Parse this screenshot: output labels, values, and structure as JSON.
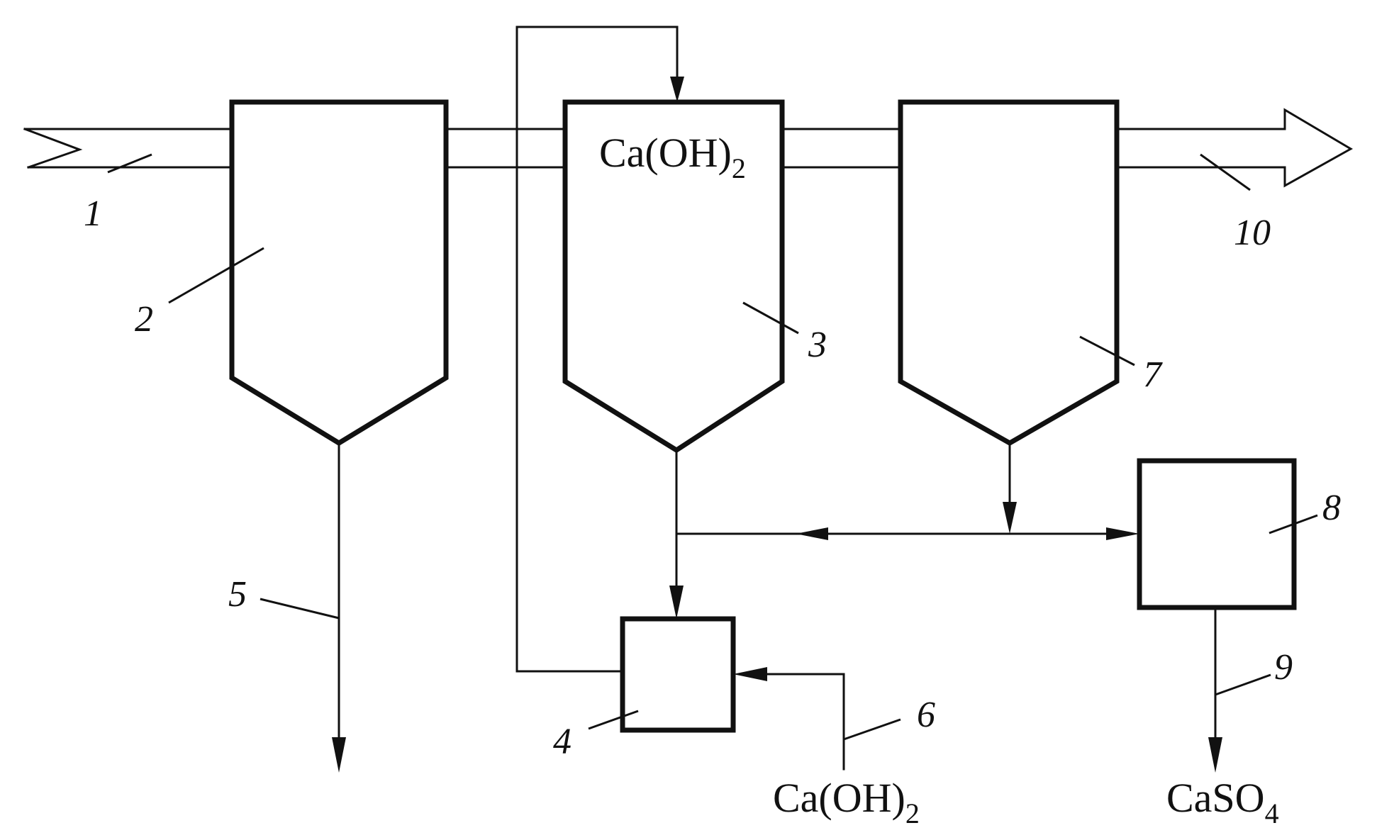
{
  "labels": {
    "n1": "1",
    "n2": "2",
    "n3": "3",
    "n4": "4",
    "n5": "5",
    "n6": "6",
    "n7": "7",
    "n8": "8",
    "n9": "9",
    "n10": "10"
  },
  "chemicals": {
    "reactor_reagent": {
      "main": "Ca(OH)",
      "sub": "2"
    },
    "feed_reagent": {
      "main": "Ca(OH)",
      "sub": "2"
    },
    "product": {
      "main": "CaSO",
      "sub": "4"
    }
  },
  "colors": {
    "line": "#111111",
    "background": "#ffffff"
  }
}
